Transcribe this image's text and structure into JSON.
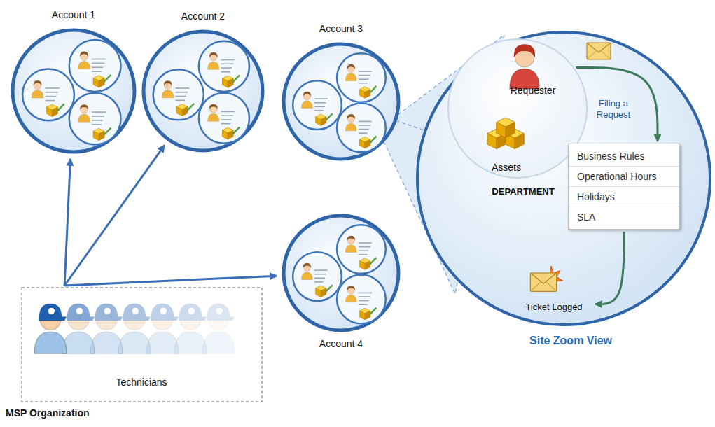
{
  "diagram": {
    "nodes": [
      {
        "text": [
          "Account 1"
        ]
      },
      {
        "text": [
          "Account 2"
        ]
      },
      {
        "text": [
          "Account 3"
        ]
      },
      {
        "text": [
          "Account 4"
        ]
      },
      {
        "text": [
          "Technicians",
          "MSP Organization"
        ]
      },
      {
        "text": [
          "Site Zoom View"
        ]
      },
      {
        "text": [
          "Requester",
          "Assets",
          "DEPARTMENT"
        ],
        "in": 5
      },
      {
        "text": [
          "Business Rules",
          "Operational Hours",
          "Holidays",
          "SLA"
        ],
        "in": 5
      },
      {
        "text": [
          "Ticket Logged"
        ],
        "in": 5
      }
    ],
    "edges": [
      {
        "from": 4,
        "to": 0,
        "arrow": "to"
      },
      {
        "from": 4,
        "to": 1,
        "arrow": "to"
      },
      {
        "from": 4,
        "to": 3,
        "arrow": "to"
      },
      {
        "from": 2,
        "to": 5,
        "arrow": "none"
      },
      {
        "from": 6,
        "to": 7,
        "label": "Filing a Request",
        "arrow": "to"
      },
      {
        "from": 7,
        "to": 8,
        "arrow": "to"
      }
    ]
  }
}
